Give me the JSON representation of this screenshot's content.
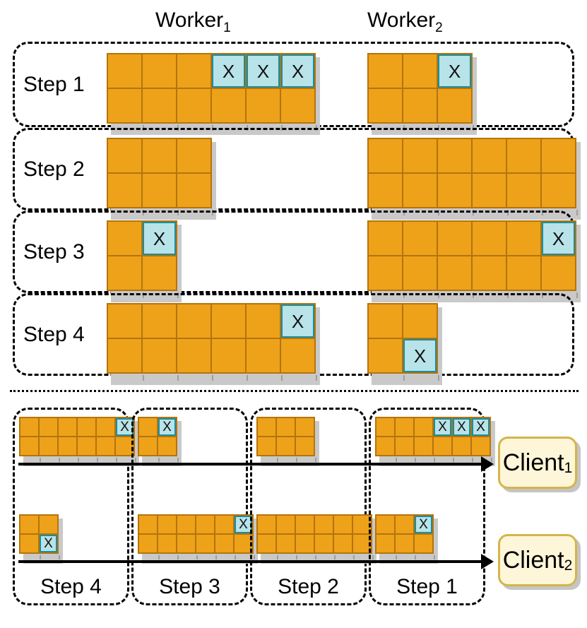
{
  "diagram": {
    "title_hidden": "",
    "colors": {
      "cell_fill": "#eda21a",
      "cell_border": "#b5740b",
      "marked_fill": "#b7e3e9",
      "marked_border": "#1a8d9e",
      "client_box_fill": "#fdf6d8",
      "client_box_border": "#d3b54b",
      "shadow": "#c9c9c9",
      "outline": "#000000"
    },
    "marker_glyph": "X"
  },
  "top_section": {
    "column_headers": [
      {
        "label": "Worker",
        "subscript": "1"
      },
      {
        "label": "Worker",
        "subscript": "2"
      }
    ],
    "rows": [
      {
        "label": "Step 1",
        "blocks": [
          {
            "worker": "Worker 1",
            "cols": 6,
            "rows": 2,
            "marked": [
              [
                1,
                4
              ],
              [
                1,
                5
              ],
              [
                1,
                6
              ]
            ]
          },
          {
            "worker": "Worker 2",
            "cols": 3,
            "rows": 2,
            "marked": [
              [
                1,
                3
              ]
            ]
          }
        ]
      },
      {
        "label": "Step 2",
        "blocks": [
          {
            "worker": "Worker 1",
            "cols": 3,
            "rows": 2,
            "marked": []
          },
          {
            "worker": "Worker 2",
            "cols": 6,
            "rows": 2,
            "marked": []
          }
        ]
      },
      {
        "label": "Step 3",
        "blocks": [
          {
            "worker": "Worker 1",
            "cols": 2,
            "rows": 2,
            "marked": [
              [
                1,
                2
              ]
            ]
          },
          {
            "worker": "Worker 2",
            "cols": 6,
            "rows": 2,
            "marked": [
              [
                1,
                6
              ]
            ]
          }
        ]
      },
      {
        "label": "Step 4",
        "blocks": [
          {
            "worker": "Worker 1",
            "cols": 6,
            "rows": 2,
            "marked": [
              [
                1,
                6
              ]
            ]
          },
          {
            "worker": "Worker 2",
            "cols": 2,
            "rows": 2,
            "marked": [
              [
                2,
                2
              ]
            ]
          }
        ]
      }
    ]
  },
  "bottom_section": {
    "column_labels": [
      "Step 4",
      "Step 3",
      "Step 2",
      "Step 1"
    ],
    "clients": [
      {
        "label": "Client",
        "subscript": "1",
        "blocks": [
          {
            "step": "Step 4",
            "cols": 6,
            "rows": 2,
            "marked": [
              [
                1,
                6
              ]
            ]
          },
          {
            "step": "Step 3",
            "cols": 2,
            "rows": 2,
            "marked": [
              [
                1,
                2
              ]
            ]
          },
          {
            "step": "Step 2",
            "cols": 3,
            "rows": 2,
            "marked": []
          },
          {
            "step": "Step 1",
            "cols": 6,
            "rows": 2,
            "marked": [
              [
                1,
                4
              ],
              [
                1,
                5
              ],
              [
                1,
                6
              ]
            ]
          }
        ]
      },
      {
        "label": "Client",
        "subscript": "2",
        "blocks": [
          {
            "step": "Step 4",
            "cols": 2,
            "rows": 2,
            "marked": [
              [
                2,
                2
              ]
            ]
          },
          {
            "step": "Step 3",
            "cols": 6,
            "rows": 2,
            "marked": [
              [
                1,
                6
              ]
            ]
          },
          {
            "step": "Step 2",
            "cols": 6,
            "rows": 2,
            "marked": []
          },
          {
            "step": "Step 1",
            "cols": 3,
            "rows": 2,
            "marked": [
              [
                1,
                3
              ]
            ]
          }
        ]
      }
    ]
  }
}
